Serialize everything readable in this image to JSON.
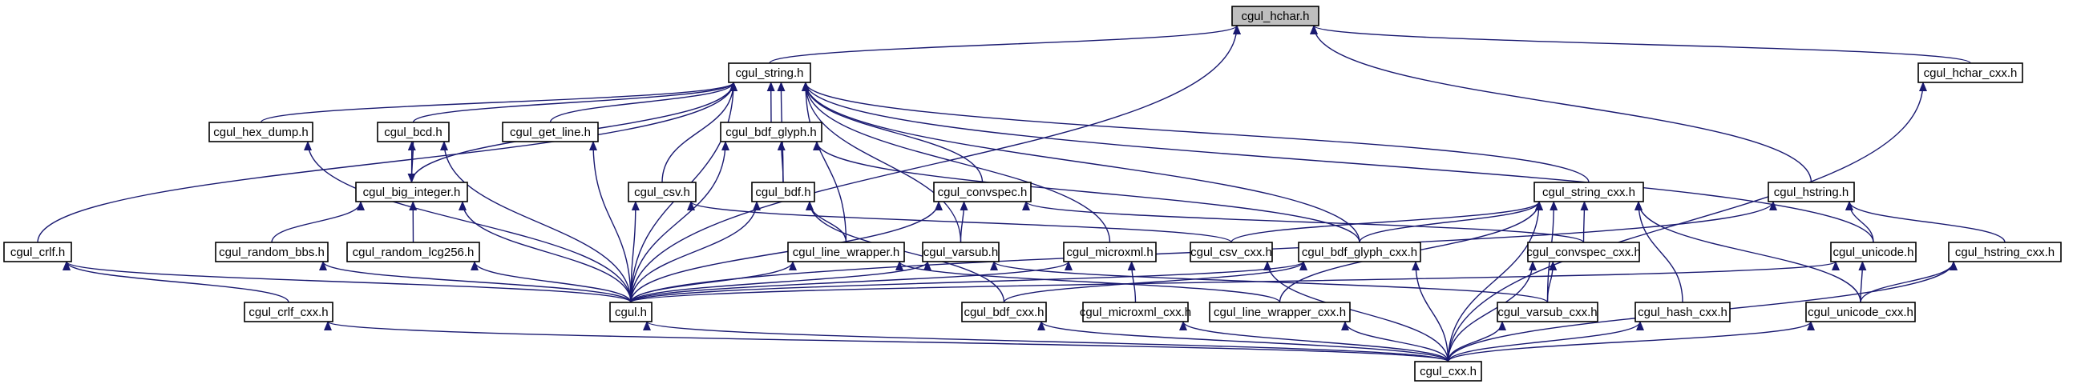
{
  "diagram": {
    "type": "include-dependency-graph",
    "root": "cgul_hchar.h",
    "edge_color": "#191970",
    "root_fill": "#bfbfbf",
    "nodes": [
      {
        "id": "hchar",
        "label": "cgul_hchar.h"
      },
      {
        "id": "string",
        "label": "cgul_string.h"
      },
      {
        "id": "hchar_cxx",
        "label": "cgul_hchar_cxx.h"
      },
      {
        "id": "hex_dump",
        "label": "cgul_hex_dump.h"
      },
      {
        "id": "bcd",
        "label": "cgul_bcd.h"
      },
      {
        "id": "get_line",
        "label": "cgul_get_line.h"
      },
      {
        "id": "bdf_glyph",
        "label": "cgul_bdf_glyph.h"
      },
      {
        "id": "big_integer",
        "label": "cgul_big_integer.h"
      },
      {
        "id": "csv",
        "label": "cgul_csv.h"
      },
      {
        "id": "bdf",
        "label": "cgul_bdf.h"
      },
      {
        "id": "convspec",
        "label": "cgul_convspec.h"
      },
      {
        "id": "string_cxx",
        "label": "cgul_string_cxx.h"
      },
      {
        "id": "hstring",
        "label": "cgul_hstring.h"
      },
      {
        "id": "crlf",
        "label": "cgul_crlf.h"
      },
      {
        "id": "random_bbs",
        "label": "cgul_random_bbs.h"
      },
      {
        "id": "random_lcg256",
        "label": "cgul_random_lcg256.h"
      },
      {
        "id": "line_wrapper",
        "label": "cgul_line_wrapper.h"
      },
      {
        "id": "varsub",
        "label": "cgul_varsub.h"
      },
      {
        "id": "microxml",
        "label": "cgul_microxml.h"
      },
      {
        "id": "csv_cxx",
        "label": "cgul_csv_cxx.h"
      },
      {
        "id": "bdf_glyph_cxx",
        "label": "cgul_bdf_glyph_cxx.h"
      },
      {
        "id": "convspec_cxx",
        "label": "cgul_convspec_cxx.h"
      },
      {
        "id": "unicode",
        "label": "cgul_unicode.h"
      },
      {
        "id": "hstring_cxx",
        "label": "cgul_hstring_cxx.h"
      },
      {
        "id": "crlf_cxx",
        "label": "cgul_crlf_cxx.h"
      },
      {
        "id": "cgul",
        "label": "cgul.h"
      },
      {
        "id": "bdf_cxx",
        "label": "cgul_bdf_cxx.h"
      },
      {
        "id": "microxml_cxx",
        "label": "cgul_microxml_cxx.h"
      },
      {
        "id": "line_wrapper_cxx",
        "label": "cgul_line_wrapper_cxx.h"
      },
      {
        "id": "varsub_cxx",
        "label": "cgul_varsub_cxx.h"
      },
      {
        "id": "hash_cxx",
        "label": "cgul_hash_cxx.h"
      },
      {
        "id": "unicode_cxx",
        "label": "cgul_unicode_cxx.h"
      },
      {
        "id": "cxx",
        "label": "cgul_cxx.h"
      }
    ],
    "edges": [
      [
        "string",
        "hchar"
      ],
      [
        "hchar_cxx",
        "hchar"
      ],
      [
        "cgul",
        "hchar"
      ],
      [
        "hstring",
        "hchar"
      ],
      [
        "hex_dump",
        "string"
      ],
      [
        "bcd",
        "string"
      ],
      [
        "get_line",
        "string"
      ],
      [
        "bdf_glyph",
        "string"
      ],
      [
        "big_integer",
        "string"
      ],
      [
        "csv",
        "string"
      ],
      [
        "bdf",
        "string"
      ],
      [
        "convspec",
        "string"
      ],
      [
        "string_cxx",
        "string"
      ],
      [
        "crlf",
        "string"
      ],
      [
        "line_wrapper",
        "string"
      ],
      [
        "varsub",
        "string"
      ],
      [
        "microxml",
        "string"
      ],
      [
        "bdf_glyph_cxx",
        "string"
      ],
      [
        "unicode",
        "string"
      ],
      [
        "cgul",
        "string"
      ],
      [
        "big_integer",
        "bcd"
      ],
      [
        "bcd",
        "big_integer"
      ],
      [
        "random_bbs",
        "big_integer"
      ],
      [
        "random_lcg256",
        "big_integer"
      ],
      [
        "cgul",
        "big_integer"
      ],
      [
        "cgul",
        "hex_dump"
      ],
      [
        "cgul",
        "bcd"
      ],
      [
        "cgul",
        "get_line"
      ],
      [
        "cgul",
        "bdf_glyph"
      ],
      [
        "bdf",
        "bdf_glyph"
      ],
      [
        "bdf_glyph_cxx",
        "bdf_glyph"
      ],
      [
        "cgul",
        "csv"
      ],
      [
        "csv_cxx",
        "csv"
      ],
      [
        "line_wrapper",
        "bdf"
      ],
      [
        "cgul",
        "bdf"
      ],
      [
        "bdf_cxx",
        "bdf"
      ],
      [
        "varsub",
        "convspec"
      ],
      [
        "cgul",
        "convspec"
      ],
      [
        "convspec_cxx",
        "convspec"
      ],
      [
        "cgul",
        "varsub"
      ],
      [
        "varsub_cxx",
        "varsub"
      ],
      [
        "cgul",
        "line_wrapper"
      ],
      [
        "line_wrapper_cxx",
        "line_wrapper"
      ],
      [
        "cgul",
        "microxml"
      ],
      [
        "microxml_cxx",
        "microxml"
      ],
      [
        "cgul",
        "random_bbs"
      ],
      [
        "cgul",
        "random_lcg256"
      ],
      [
        "cgul",
        "crlf"
      ],
      [
        "crlf_cxx",
        "crlf"
      ],
      [
        "cgul",
        "unicode"
      ],
      [
        "unicode",
        "hstring"
      ],
      [
        "unicode_cxx",
        "unicode"
      ],
      [
        "hstring_cxx",
        "hstring"
      ],
      [
        "unicode_cxx",
        "hstring_cxx"
      ],
      [
        "cxx",
        "hstring_cxx"
      ],
      [
        "csv_cxx",
        "string_cxx"
      ],
      [
        "bdf_glyph_cxx",
        "string_cxx"
      ],
      [
        "convspec_cxx",
        "string_cxx"
      ],
      [
        "line_wrapper_cxx",
        "string_cxx"
      ],
      [
        "varsub_cxx",
        "string_cxx"
      ],
      [
        "hash_cxx",
        "string_cxx"
      ],
      [
        "unicode_cxx",
        "string_cxx"
      ],
      [
        "cxx",
        "string_cxx"
      ],
      [
        "bdf_cxx",
        "bdf_glyph_cxx"
      ],
      [
        "varsub_cxx",
        "convspec_cxx"
      ],
      [
        "cgul",
        "bdf_glyph_cxx"
      ],
      [
        "cgul",
        "hstring"
      ],
      [
        "cxx",
        "crlf_cxx"
      ],
      [
        "cxx",
        "bdf_cxx"
      ],
      [
        "cxx",
        "microxml_cxx"
      ],
      [
        "cxx",
        "line_wrapper_cxx"
      ],
      [
        "cxx",
        "varsub_cxx"
      ],
      [
        "cxx",
        "hash_cxx"
      ],
      [
        "cxx",
        "unicode_cxx"
      ],
      [
        "cxx",
        "csv_cxx"
      ],
      [
        "cxx",
        "bdf_glyph_cxx"
      ],
      [
        "cxx",
        "convspec_cxx"
      ],
      [
        "cxx",
        "cgul"
      ],
      [
        "cxx",
        "hchar_cxx"
      ]
    ]
  }
}
